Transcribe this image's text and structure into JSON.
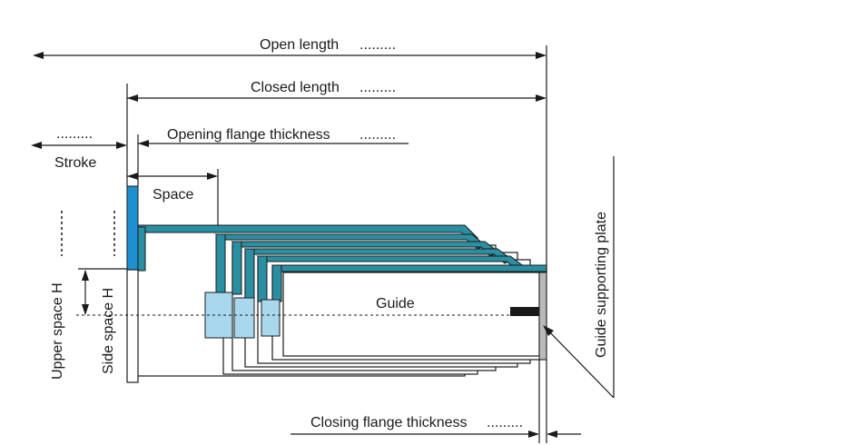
{
  "labels": {
    "open_length": "Open length",
    "closed_length": "Closed length",
    "opening_flange_thickness": "Opening flange thickness",
    "stroke": "Stroke",
    "space": "Space",
    "guide": "Guide",
    "guide_supporting_plate": "Guide supporting plate",
    "upper_space_h": "Upper space H",
    "side_space_h": "Side space H",
    "closing_flange_thickness": "Closing flange thickness",
    "blank": "........."
  },
  "colors": {
    "teal": "#2b8fa3",
    "teal_dark": "#1d6f80",
    "blue": "#1e8fd0",
    "light_blue": "#a9d8ee",
    "plate_gray": "#b9b9b9"
  }
}
